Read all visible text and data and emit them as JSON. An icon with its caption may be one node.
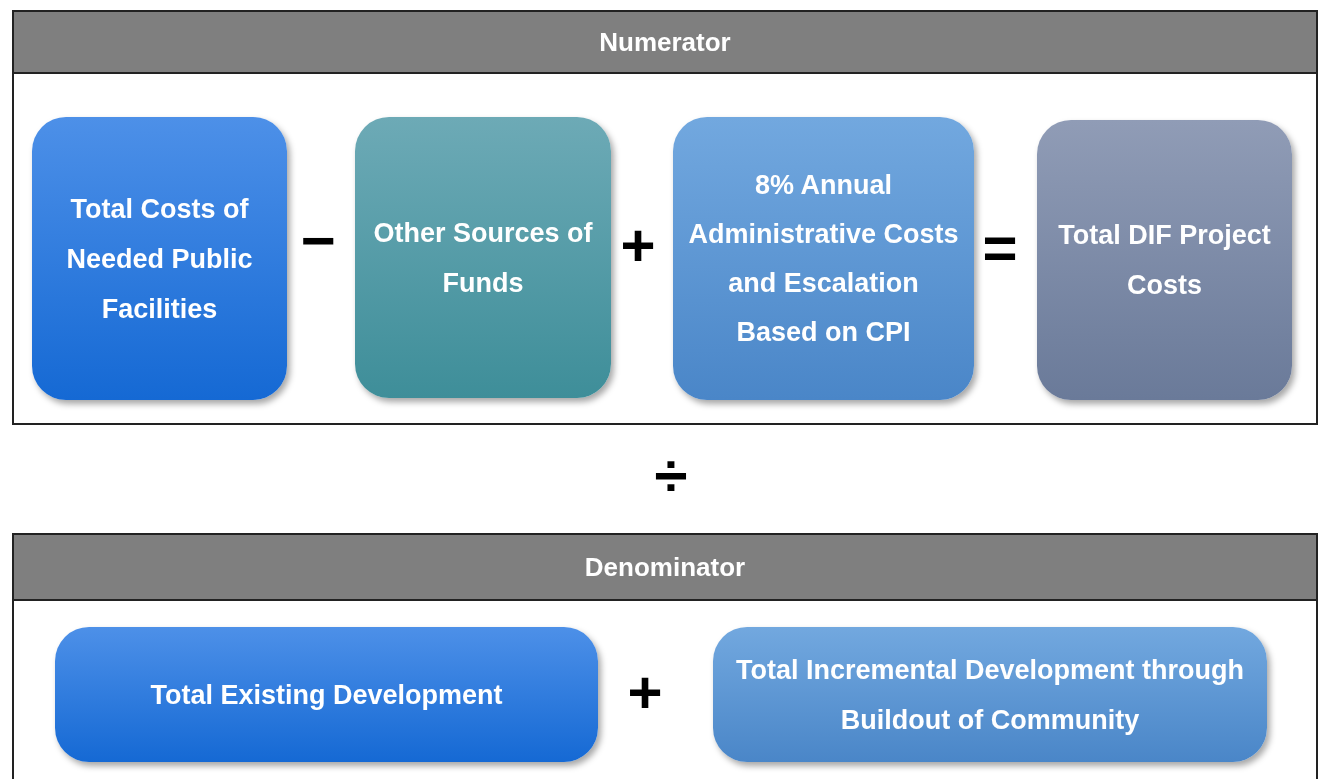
{
  "diagram": {
    "nodes": [
      {
        "text": [
          "Numerator"
        ]
      },
      {
        "text": [
          "Total Costs of Needed Public Facilities"
        ],
        "in": 0
      },
      {
        "text": [
          "Other Sources of Funds"
        ],
        "in": 0
      },
      {
        "text": [
          "8% Annual Administrative Costs and Escalation Based on CPI"
        ],
        "in": 0
      },
      {
        "text": [
          "Total DIF Project Costs"
        ],
        "in": 0
      },
      {
        "text": [
          "Denominator"
        ]
      },
      {
        "text": [
          "Total Existing Development"
        ],
        "in": 5
      },
      {
        "text": [
          "Total Incremental Development through Buildout of Community"
        ],
        "in": 5
      }
    ],
    "edges": [],
    "labels": [
      "−",
      "+",
      "=",
      "÷",
      "+"
    ]
  }
}
